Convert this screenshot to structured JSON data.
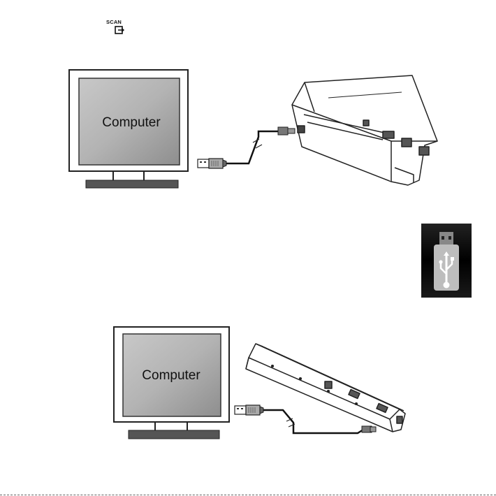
{
  "top_icon": {
    "label": "SCAN",
    "icon": "scan-mode-icon"
  },
  "figure_1": {
    "computer_label": "Computer"
  },
  "usb_badge": {
    "icon": "usb-icon",
    "background": "#111111"
  },
  "figure_2": {
    "computer_label": "Computer"
  }
}
